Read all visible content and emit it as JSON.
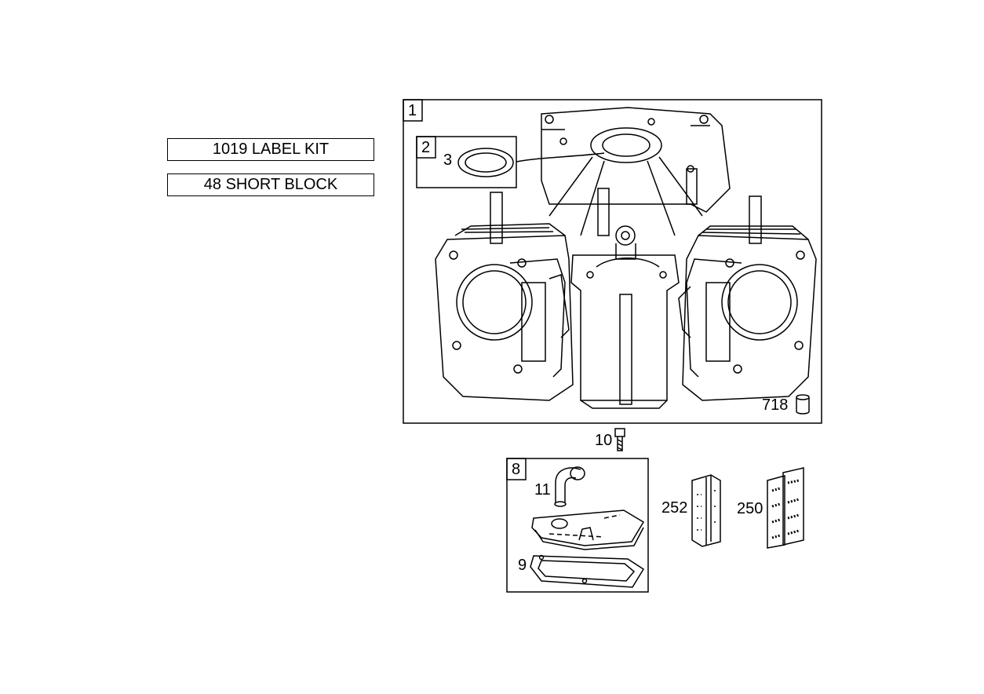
{
  "kits": [
    {
      "label": "1019 LABEL KIT"
    },
    {
      "label": "48 SHORT BLOCK"
    }
  ],
  "callouts": {
    "c1": "1",
    "c2": "2",
    "c3": "3",
    "c718": "718",
    "c10": "10",
    "c8": "8",
    "c11": "11",
    "c9": "9",
    "c252": "252",
    "c250": "250"
  }
}
